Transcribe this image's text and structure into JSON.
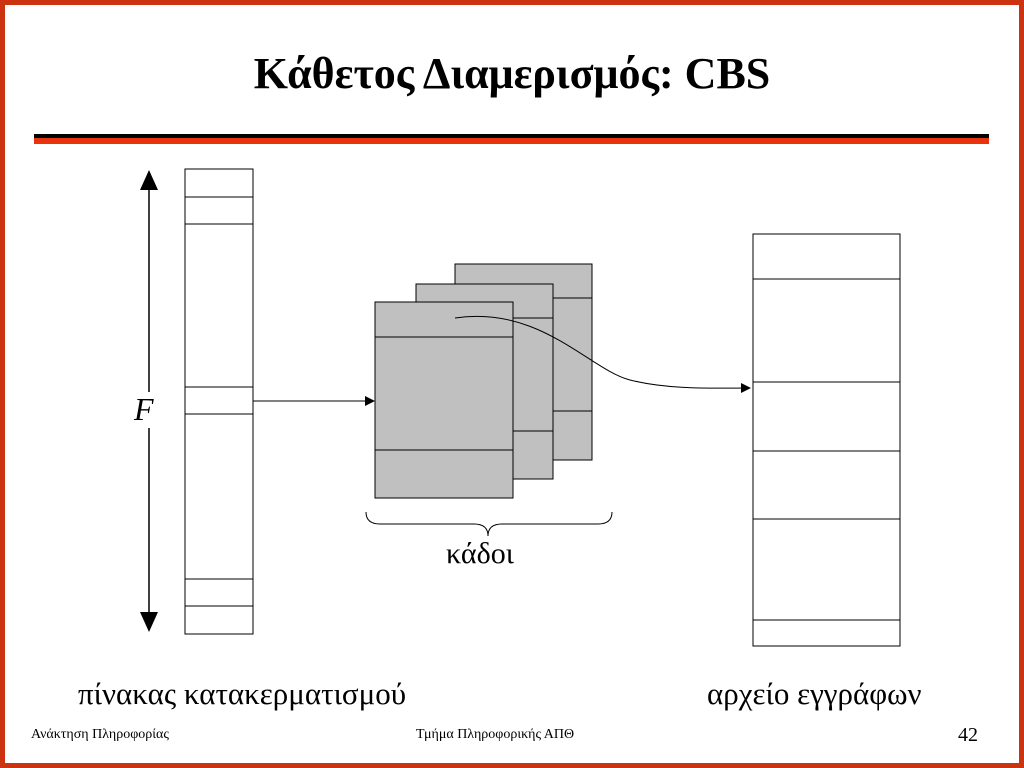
{
  "slide": {
    "title": "Κάθετος Διαμερισμός: CBS",
    "page_number": "42"
  },
  "diagram": {
    "hash_table_label": "πίνακας κατακερματισμού",
    "buckets_label": "κάδοι",
    "records_file_label": "αρχείο εγγράφων",
    "size_label": "F"
  },
  "footer": {
    "left": "Ανάκτηση Πληροφορίας",
    "center": "Τμήμα Πληροφορικής ΑΠΘ"
  },
  "colors": {
    "frame": "#cc3311",
    "rule_accent": "#e8330c",
    "bucket_fill": "#c0c0c0"
  }
}
